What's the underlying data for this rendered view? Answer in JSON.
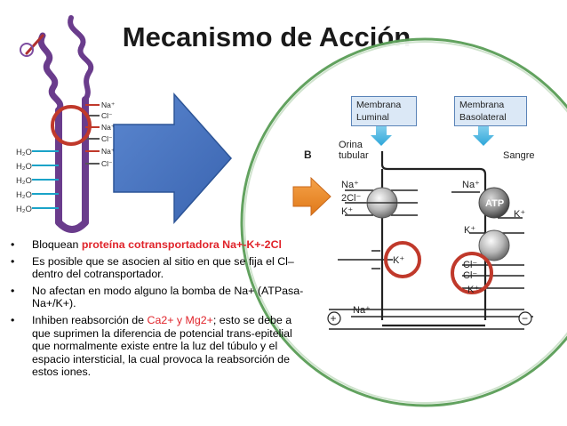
{
  "title": "Mecanismo de Acción",
  "left_figure": {
    "ion_labels": [
      "Na⁺",
      "Cl⁻",
      "Na⁺",
      "Cl⁻",
      "Na⁺",
      "Cl⁻"
    ],
    "water_labels": [
      "H₂O",
      "H₂O",
      "H₂O",
      "H₂O",
      "H₂O"
    ]
  },
  "bullets": [
    {
      "pre": "Bloquean ",
      "red": "proteína cotransportadora Na+-K+-2Cl",
      "post": ""
    },
    {
      "text": "Es posible que se asocien al sitio en que se fija el Cl– dentro del cotransportador."
    },
    {
      "text": "No afectan en modo alguno la bomba de Na+ (ATPasa-Na+/K+)."
    },
    {
      "pre": "Inhiben reabsorción de ",
      "red": "Ca2+ y Mg2+",
      "post": "; esto se debe a que suprimen la diferencia de potencial trans-epitelial que normalmente existe entre la luz del túbulo y el espacio intersticial, la cual provoca la reabsorción de estos iones."
    }
  ],
  "membrane_luminal": "Membrana Luminal",
  "membrane_basolateral": "Membrana Basolateral",
  "diagram": {
    "panel_letter": "B",
    "orina_label": "Orina",
    "tubular_label": "tubular",
    "sangre_label": "Sangre",
    "cotransporter_labels": [
      "Na⁺",
      "2Cl⁻",
      "K⁺"
    ],
    "k_channel_label": "K⁺",
    "pump_labels": [
      "Na⁺",
      "ATP",
      "K⁺"
    ],
    "k_basolateral": "K⁺",
    "cl_channel_labels": [
      "Cl⁻",
      "Cl⁻"
    ],
    "k_bottom": "K⁺",
    "paracellular_label": "Na⁺",
    "plus_symbol": "+",
    "minus_symbol": "−"
  },
  "colors": {
    "arrow_blue": "#4472c4",
    "arrow_orange": "#ee8a25",
    "circle_red": "#c0392b",
    "membrane_box": "#dbe8f6",
    "big_circle": "#4f9a4c"
  }
}
